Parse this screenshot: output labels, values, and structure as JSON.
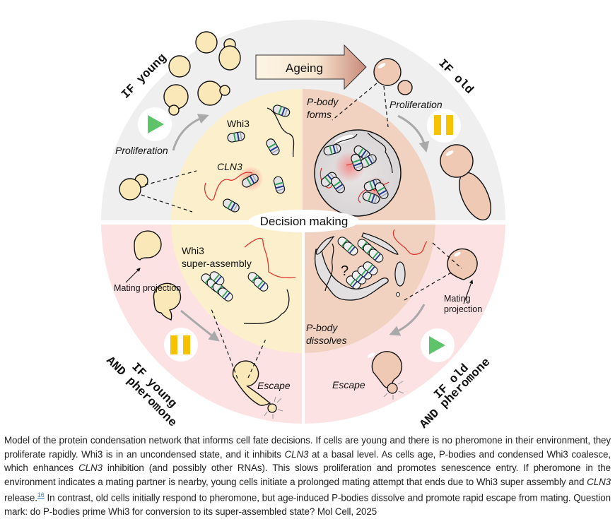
{
  "figure": {
    "center_label": "Decision making",
    "ageing_arrow_label": "Ageing",
    "quadrants": {
      "top_left": {
        "condition_label": "IF young",
        "process_label": "Proliferation",
        "status_icon": "play-icon",
        "inner_labels": {
          "protein": "Whi3",
          "rna": "CLN3"
        }
      },
      "top_right": {
        "condition_label": "IF old",
        "process_label": "Proliferation",
        "status_icon": "pause-icon",
        "inner_labels": {
          "pbody_line1": "P-body",
          "pbody_line2": "forms"
        }
      },
      "bottom_left": {
        "condition_label_line1": "IF young",
        "condition_label_line2": "AND pheromone",
        "cell_annotation": "Mating projection",
        "outcome_label": "Escape",
        "status_icon": "pause-icon",
        "inner_labels": {
          "line1": "Whi3",
          "line2": "super-assembly"
        }
      },
      "bottom_right": {
        "condition_label_line1": "IF old",
        "condition_label_line2": "AND pheromone",
        "cell_annotation_line1": "Mating",
        "cell_annotation_line2": "projection",
        "outcome_label": "Escape",
        "status_icon": "play-icon",
        "inner_labels": {
          "pbody_line1": "P-body",
          "pbody_line2": "dissolves",
          "question": "?"
        }
      }
    },
    "colors": {
      "outer_top": "#efeff0",
      "outer_bottom": "#fde2e3",
      "inner_young": "#fcf0cc",
      "inner_old": "#f1d1bf",
      "young_cell": "#fbe8b8",
      "old_cell": "#efc9b4",
      "play_green": "#5ec46a",
      "pause_yellow": "#f7c300",
      "rna_red": "#e0342e",
      "whi3_green": "#2fa25a",
      "whi3_blue": "#1f3a8a"
    }
  },
  "caption": {
    "part1": "Model of the protein condensation network that informs cell fate decisions. If cells are young and there is no pheromone in their environment, they proliferate rapidly. Whi3 is in an uncondensed state, and it inhibits ",
    "gene1": "CLN3",
    "part2": " at a basal level. As cells age, P-bodies and condensed Whi3 coalesce, which enhances ",
    "gene2": "CLN3",
    "part3": " inhibition (and possibly other RNAs). This slows proliferation and promotes senescence entry. If pheromone in the environment indicates a mating partner is nearby, young cells initiate a prolonged mating attempt that ends due to Whi3 super assembly and ",
    "gene3": "CLN3",
    "part4": " release.",
    "ref": "16",
    "part5": " In contrast, old cells initially respond to pheromone, but age-induced P-bodies dissolve and promote rapid escape from mating. Question mark: do P-bodies prime Whi3 for conversion to its super-assembled state? Mol Cell, 2025"
  }
}
